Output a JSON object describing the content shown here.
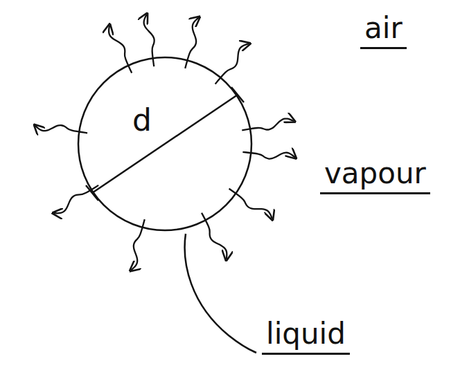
{
  "diagram": {
    "nodes": [
      {
        "text": [
          "d"
        ]
      }
    ],
    "labels": [
      "air",
      "vapour",
      "liquid"
    ]
  }
}
